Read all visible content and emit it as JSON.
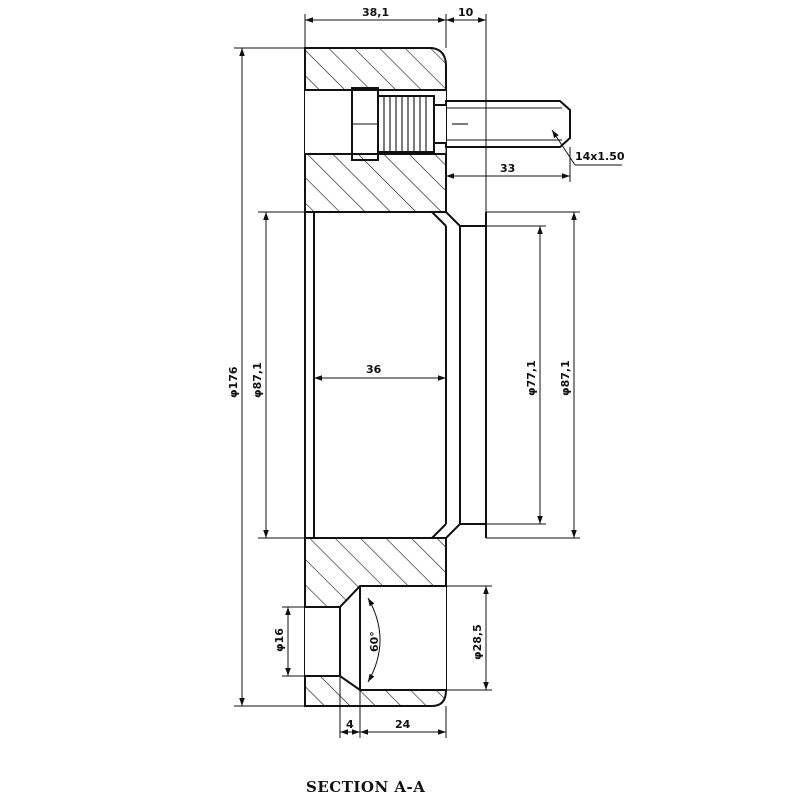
{
  "dimensions": {
    "width_top_flange": "38,1",
    "width_spigot": "10",
    "stud_length": "33",
    "thread": "14x1.50",
    "dia_outer": "φ176",
    "dia_bore_left": "φ87,1",
    "bore_depth": "36",
    "dia_inner_right": "φ77,1",
    "dia_spigot_right": "φ87,1",
    "dia_hole_small": "φ16",
    "chamfer_angle": "60°",
    "dia_counterbore": "φ28,5",
    "cb_offset": "4",
    "cb_depth": "24"
  },
  "caption": "SECTION A-A"
}
